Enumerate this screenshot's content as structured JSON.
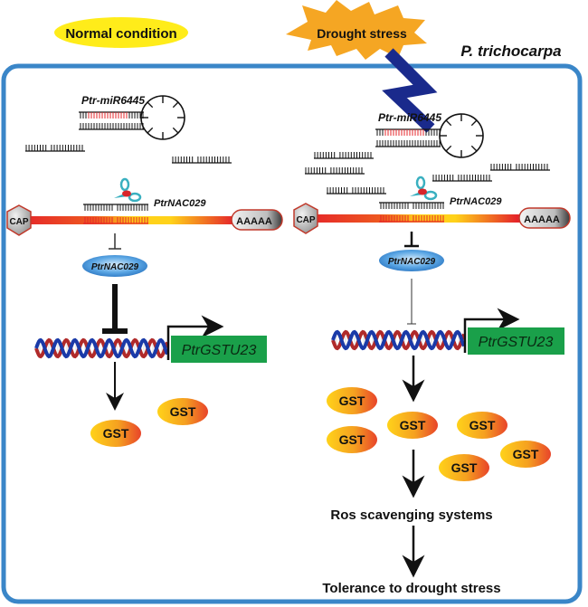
{
  "header": {
    "normal_condition": "Normal condition",
    "drought_stress": "Drought stress",
    "species": "P. trichocarpa"
  },
  "colors": {
    "frame": "#3a86c8",
    "divider_top": "#f2d21e",
    "divider_bottom": "#e08a3a",
    "normal_badge": "#ffec1a",
    "drought_burst": "#f5a623",
    "signal_bolt": "#1a2a8c",
    "gene_box": "#1aa04a",
    "protein_tf": "#3a8fd6",
    "gst_start": "#ffd21a",
    "gst_end": "#e8442a",
    "mrna_red": "#e5252a",
    "mrna_yellow": "#ffd21a",
    "dna_red": "#b02a2a",
    "dna_blue": "#1a3aa8"
  },
  "left_panel": {
    "mirna_label": "Ptr-miR6445",
    "target_label": "PtrNAC029",
    "cap_label": "CAP",
    "polya_label": "AAAAA",
    "protein_label": "PtrNAC029",
    "gene_label": "PtrGSTU23",
    "gst_labels": [
      "GST",
      "GST"
    ],
    "free_mirna_count": 2
  },
  "right_panel": {
    "mirna_label": "Ptr-miR6445",
    "target_label": "PtrNAC029",
    "cap_label": "CAP",
    "polya_label": "AAAAA",
    "protein_label": "PtrNAC029",
    "gene_label": "PtrGSTU23",
    "gst_labels": [
      "GST",
      "GST",
      "GST",
      "GST",
      "GST",
      "GST"
    ],
    "free_mirna_count": 5,
    "step1": "Ros scavenging systems",
    "step2": "Tolerance to drought stress"
  }
}
